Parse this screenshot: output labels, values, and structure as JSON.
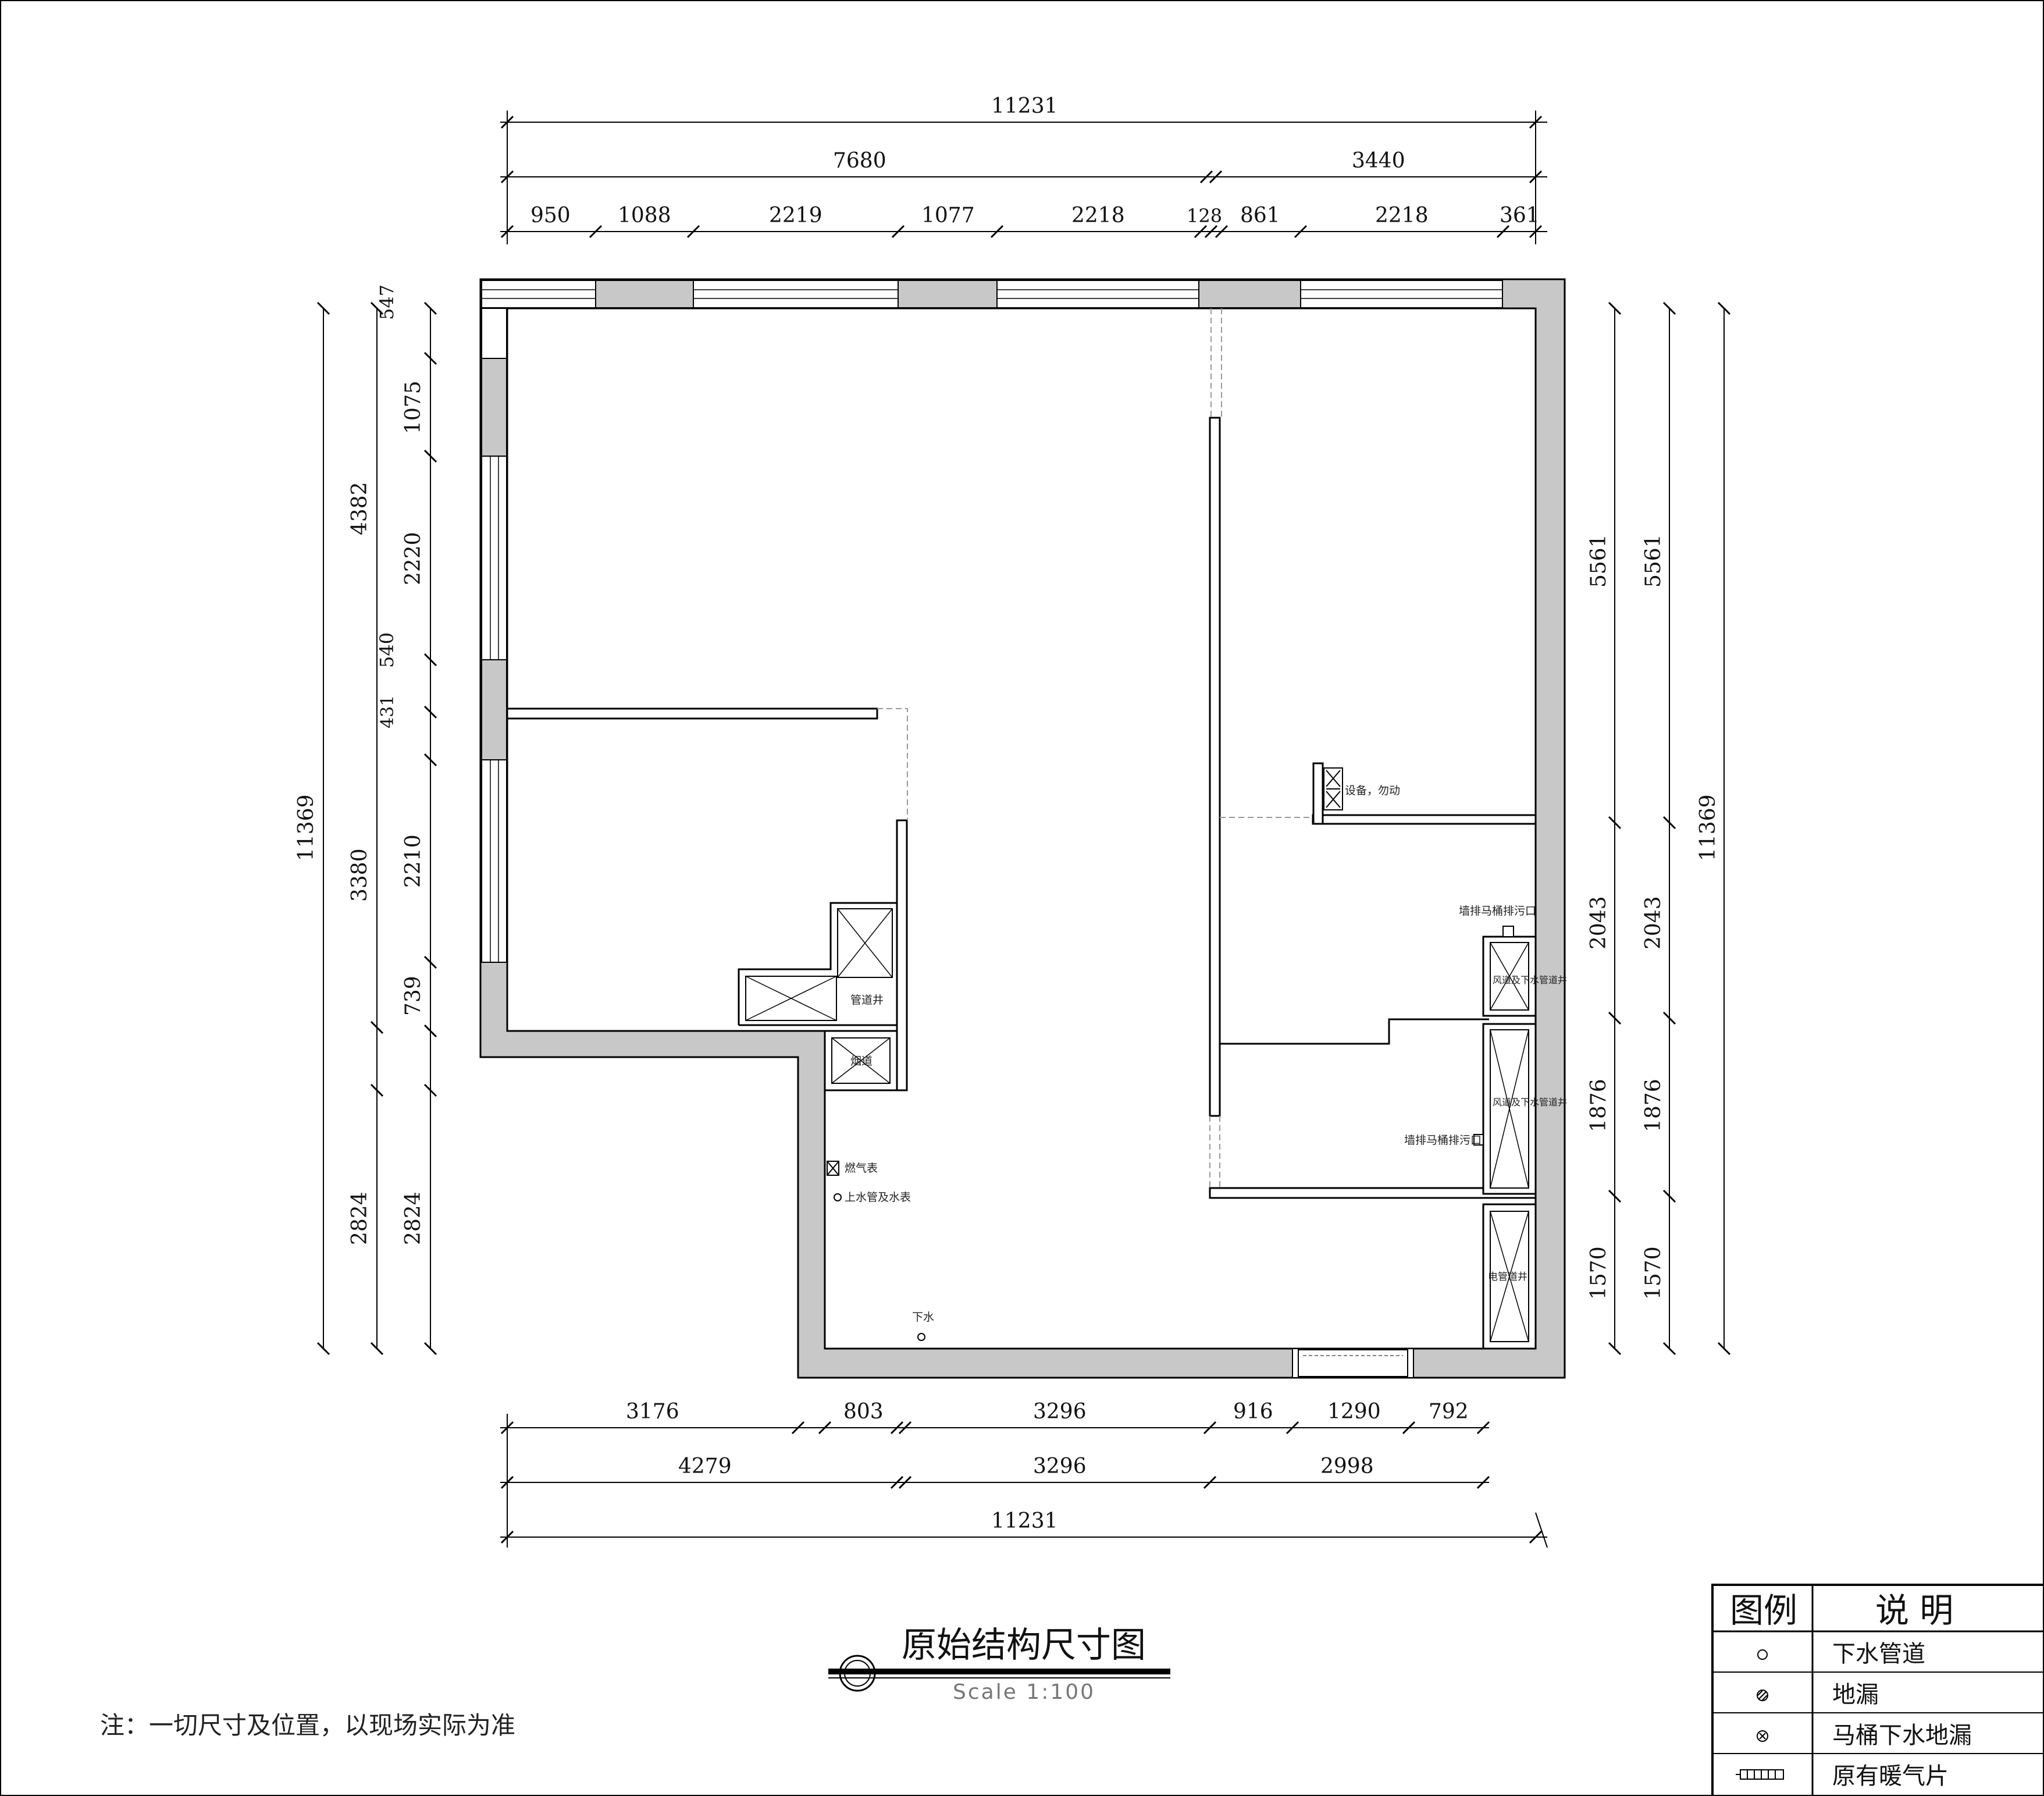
{
  "title": "原始结构尺寸图",
  "scale_label": "Scale   1:100",
  "note": "注：一切尺寸及位置，以现场实际为准",
  "dimensions": {
    "top_total": "11231",
    "top_mid_left": "7680",
    "top_mid_right": "3440",
    "top_row": [
      "950",
      "1088",
      "2219",
      "1077",
      "2218",
      "128",
      "861",
      "2218",
      "361"
    ],
    "bottom_row1": [
      "3176",
      "803",
      "3296",
      "916",
      "1290",
      "792"
    ],
    "bottom_row2": [
      "4279",
      "3296",
      "2998"
    ],
    "bottom_total": "11231",
    "left_total": "11369",
    "left_mid_upper": "4382",
    "left_mid_lower": "3380",
    "left_mid_bottom": "2824",
    "left_inner": [
      "547",
      "1075",
      "2220",
      "540",
      "431",
      "2210",
      "739",
      "2824"
    ],
    "right_total": "11369",
    "right_inner": [
      "5561",
      "2043",
      "1876",
      "1570"
    ],
    "right_outer": [
      "5561",
      "2043",
      "1876",
      "1570"
    ]
  },
  "labels": {
    "pipe_shaft": "管道井",
    "gas_meter": "燃气表",
    "water_meter": "上水管及水表",
    "drain": "下水",
    "equipment": "设备，勿动",
    "toilet_outlet_upper": "墙排马桶排污口",
    "toilet_outlet_lower": "墙排马桶排污口",
    "flue_upper": "风道及下水管道井",
    "flue_lower": "风道及下水管道井",
    "elec_shaft": "电管道井",
    "flue_small": "烟道"
  },
  "legend": {
    "header_symbol": "图例",
    "header_desc": "说    明",
    "rows": [
      {
        "icon": "drain-pipe-icon",
        "text": "下水管道"
      },
      {
        "icon": "floor-drain-icon",
        "text": "地漏"
      },
      {
        "icon": "toilet-drain-icon",
        "text": "马桶下水地漏"
      },
      {
        "icon": "radiator-icon",
        "text": "原有暖气片"
      }
    ]
  },
  "colors": {
    "wall_fill": "#c8c8c8",
    "line": "#000000"
  }
}
